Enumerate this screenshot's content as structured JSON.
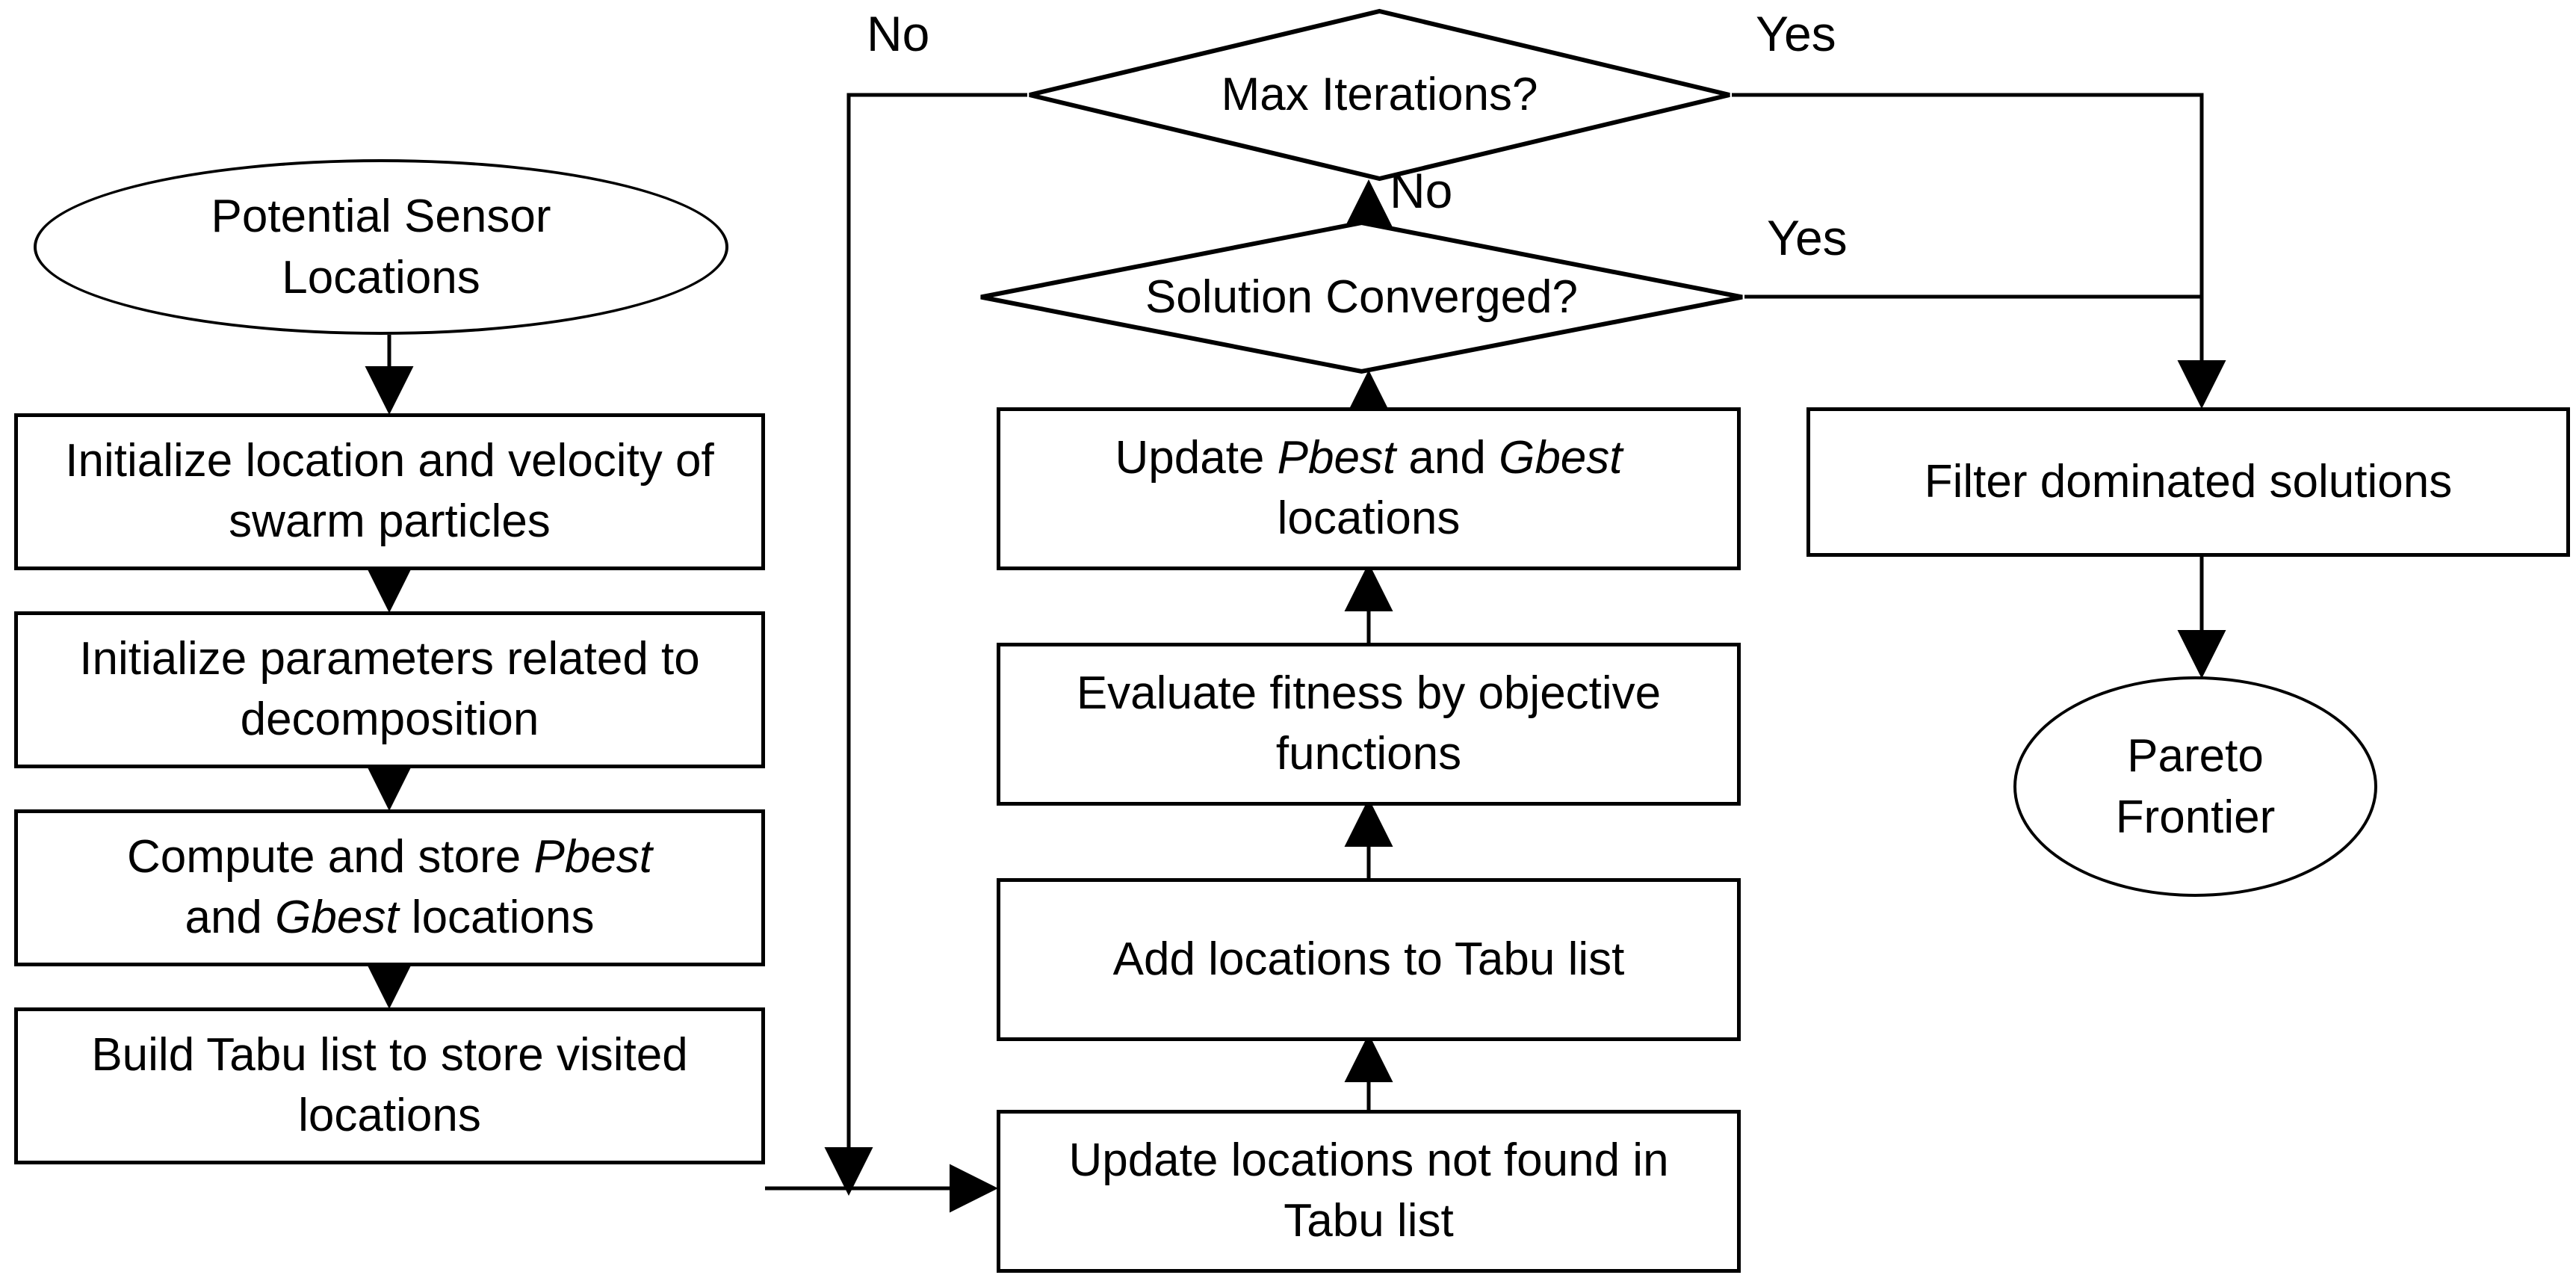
{
  "diagram": {
    "title": "Multi-objective PSO with Tabu search sensor placement flowchart",
    "stroke_color": "#000000",
    "background_color": "#ffffff"
  },
  "nodes": {
    "start_ellipse": {
      "label": "Potential Sensor Locations",
      "shape": "ellipse"
    },
    "init_location_velocity": {
      "label": "Initialize location and velocity of swarm particles",
      "shape": "process"
    },
    "init_parameters": {
      "label": "Initialize parameters related to decomposition",
      "shape": "process"
    },
    "compute_store": {
      "shape": "process",
      "line1_a": "Compute and store ",
      "line1_b": "Pbest",
      "line2_a": "and ",
      "line2_b": "Gbest",
      "line2_c": " locations"
    },
    "build_tabu_list": {
      "label": "Build Tabu list to store visited locations",
      "shape": "process"
    },
    "max_iterations": {
      "label": "Max Iterations?",
      "shape": "decision"
    },
    "solution_converged": {
      "label": "Solution Converged?",
      "shape": "decision"
    },
    "update_pbest_gbest": {
      "shape": "process",
      "line1_a": "Update ",
      "line1_b": "Pbest",
      "line1_c": " and ",
      "line1_d": "Gbest",
      "line2": "locations"
    },
    "evaluate_fitness": {
      "label": "Evaluate fitness by objective functions",
      "shape": "process"
    },
    "add_locations_tabu": {
      "label": "Add locations to Tabu list",
      "shape": "process"
    },
    "update_locations_not_found": {
      "label": "Update locations not found in Tabu list",
      "shape": "process"
    },
    "filter_dominated": {
      "label": "Filter dominated solutions",
      "shape": "process"
    },
    "end_ellipse": {
      "label": "Pareto Frontier",
      "shape": "ellipse"
    }
  },
  "edge_labels": {
    "max_iterations_no": "No",
    "max_iterations_yes": "Yes",
    "solution_converged_no": "No",
    "solution_converged_yes": "Yes"
  }
}
